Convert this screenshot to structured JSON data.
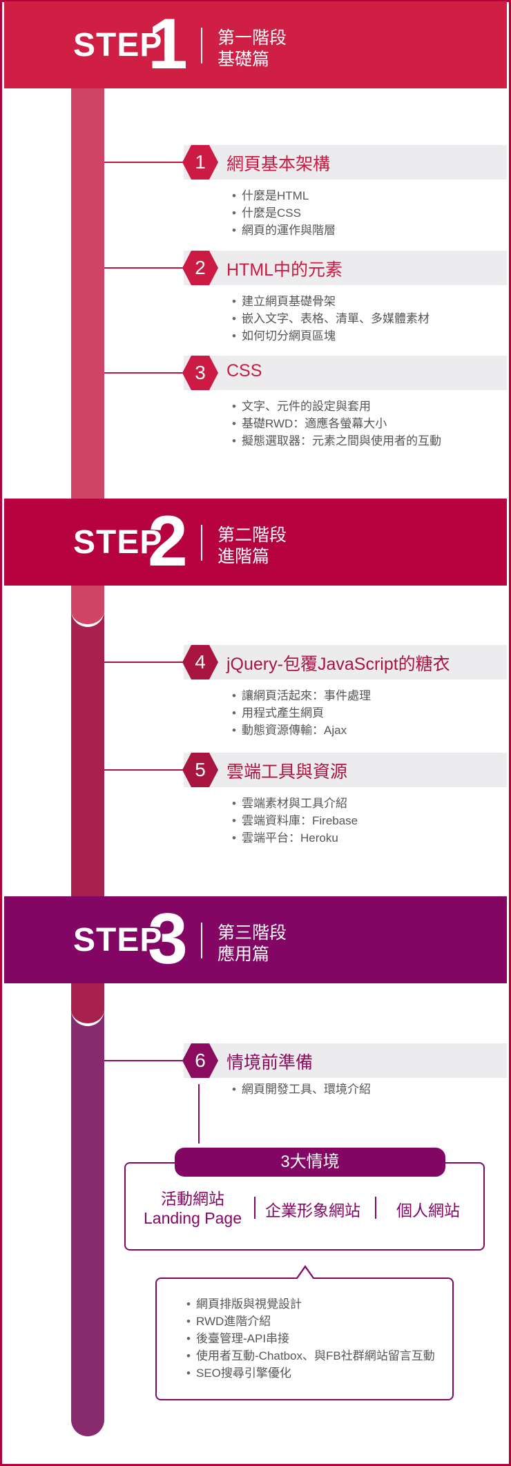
{
  "steps": [
    {
      "word": "STEP",
      "num": "1",
      "line1": "第一階段",
      "line2": "基礎篇"
    },
    {
      "word": "STEP",
      "num": "2",
      "line1": "第二階段",
      "line2": "進階篇"
    },
    {
      "word": "STEP",
      "num": "3",
      "line1": "第三階段",
      "line2": "應用篇"
    }
  ],
  "sections": [
    {
      "num": "1",
      "title": "網頁基本架構",
      "items": [
        "什麼是HTML",
        "什麼是CSS",
        "網頁的運作與階層"
      ]
    },
    {
      "num": "2",
      "title": "HTML中的元素",
      "items": [
        "建立網頁基礎骨架",
        "嵌入文字、表格、清單、多媒體素材",
        "如何切分網頁區塊"
      ]
    },
    {
      "num": "3",
      "title": "CSS",
      "items": [
        "文字、元件的設定與套用",
        "基礎RWD：適應各螢幕大小",
        "擬態選取器：元素之間與使用者的互動"
      ]
    },
    {
      "num": "4",
      "title": "jQuery-包覆JavaScript的糖衣",
      "items": [
        "讓網頁活起來：事件處理",
        "用程式產生網頁",
        "動態資源傳輸：Ajax"
      ]
    },
    {
      "num": "5",
      "title": "雲端工具與資源",
      "items": [
        "雲端素材與工具介紹",
        "雲端資料庫：Firebase",
        "雲端平台：Heroku"
      ]
    },
    {
      "num": "6",
      "title": "情境前準備",
      "items": [
        "網頁開發工具、環境介紹"
      ]
    }
  ],
  "scenarios": {
    "title": "3大情境",
    "items": [
      {
        "line1": "活動網站",
        "line2": "Landing Page"
      },
      {
        "line1": "企業形象網站"
      },
      {
        "line1": "個人網站"
      }
    ]
  },
  "details": [
    "網頁排版與視覺設計",
    "RWD進階介紹",
    "後臺管理-API串接",
    "使用者互動-Chatbox、與FB社群網站留言互動",
    "SEO搜尋引擎優化"
  ],
  "colors": {
    "step1": "#cf1f44",
    "step2": "#b6023e",
    "step3": "#830664"
  }
}
